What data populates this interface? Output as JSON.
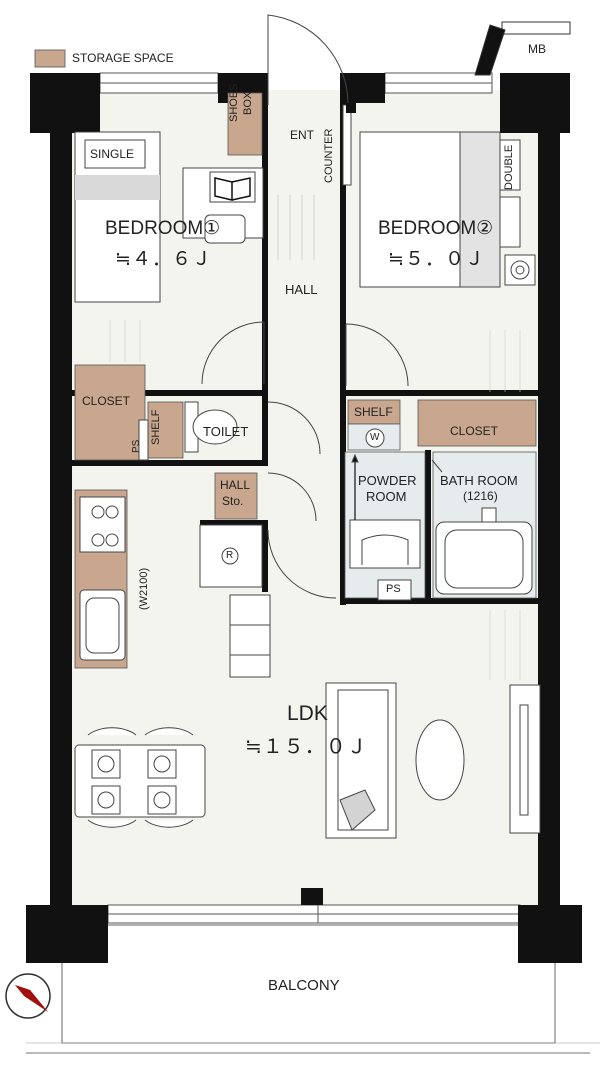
{
  "legend": {
    "label": "STORAGE SPACE",
    "color": "#c9a78e"
  },
  "top_labels": {
    "mb": "MB"
  },
  "rooms": {
    "bedroom1": {
      "name": "BEDROOM①",
      "size": "≒４．６Ｊ"
    },
    "bedroom2": {
      "name": "BEDROOM②",
      "size": "≒５．０Ｊ"
    },
    "ldk": {
      "name": "LDK",
      "size": "≒１５．０Ｊ"
    },
    "hall": "HALL",
    "toilet": "TOILET",
    "powder_room": [
      "POWDER",
      "ROOM"
    ],
    "bath_room": [
      "BATH ROOM",
      "(1216)"
    ],
    "balcony": "BALCONY"
  },
  "storage": {
    "shoes_box": [
      "SHOES",
      "BOX"
    ],
    "closet_left": "CLOSET",
    "closet_right": "CLOSET",
    "shelf_toilet": "SHELF",
    "shelf_powder": "SHELF",
    "hall_storage": [
      "HALL",
      "Sto."
    ]
  },
  "fixtures": {
    "ent": "ENT",
    "counter": "COUNTER",
    "single_bed": "SINGLE",
    "double_bed": "DOUBLE",
    "ps_left": "PS",
    "ps_right": "PS",
    "washer_mark": "W",
    "fridge_mark": "R",
    "kitchen_width": "(W2100)"
  },
  "colors": {
    "wall": "#111111",
    "floor": "#f4f4ef",
    "storage": "#c9a78e",
    "wet": "#e6ecee",
    "line": "#555555"
  }
}
